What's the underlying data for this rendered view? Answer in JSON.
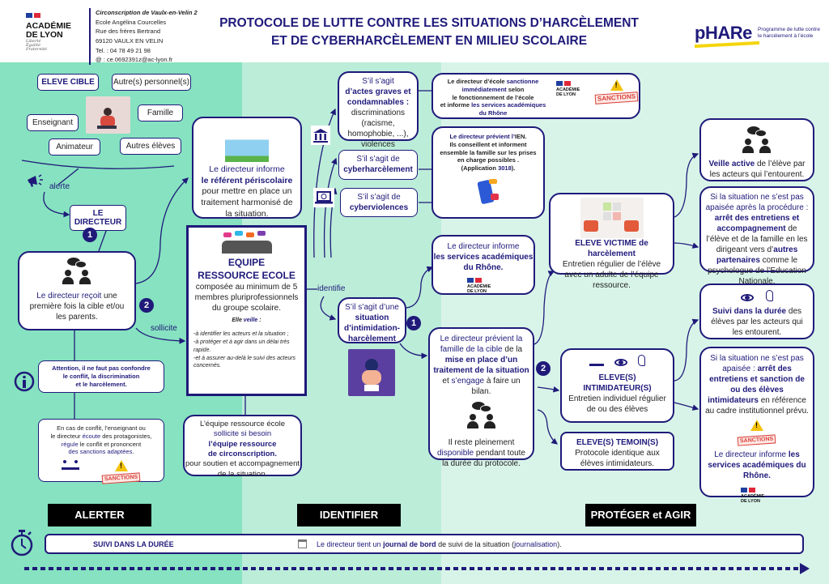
{
  "header": {
    "academie_logo": {
      "line1": "ACADÉMIE",
      "line2": "DE LYON",
      "devise": [
        "Liberté",
        "Égalité",
        "Fraternité"
      ]
    },
    "contact": {
      "circonscription": "Circonscription de Vaulx-en-Velin 2",
      "school": "Ecole Angélina Courcelles",
      "street": "Rue des frères Bertrand",
      "city": "69120 VAULX EN VELIN",
      "phone": "Tel. : 04 78 49 21 98",
      "email": "@ :  ce.0692391z@ac-lyon.fr"
    },
    "title_line1": "PROTOCOLE DE LUTTE CONTRE LES SITUATIONS D’HARCÈLEMENT",
    "title_line2": "ET DE CYBERHARCÈLEMENT EN MILIEU SCOLAIRE",
    "phare_logo": "pHARe",
    "phare_subtitle_line1": "Programme de lutte contre",
    "phare_subtitle_line2": "le harcèlement à l’école"
  },
  "colors": {
    "navy": "#1f1a7a",
    "alerter_bg": "#86e2c0",
    "identifier_bg": "#bcedd9",
    "proteger_bg": "#d8f4e8",
    "sanctions_red": "#d9403a",
    "warning_yellow": "#f4c20d",
    "phare_yellow": "#f4d50b"
  },
  "alerter": {
    "actors": {
      "eleve_cible": "ELEVE CIBLE",
      "autres_personnels": "Autre(s) personnel(s)",
      "famille": "Famille",
      "enseignant": "Enseignant",
      "animateur": "Animateur",
      "autres_eleves": "Autres élèves"
    },
    "alerte_label": "alerte",
    "le_directeur": "LE DIRECTEUR",
    "step1": "1",
    "step2": "2",
    "recoit": {
      "hl": "Le directeur reçoit",
      "rest": " une première fois la cible et/ou les parents."
    },
    "sollicite_label": "sollicite",
    "attention": {
      "line1": "Attention, il ne faut pas confondre",
      "line2": "le conflit, la discrimination",
      "line3": "et le harcèlement."
    },
    "conflit": {
      "p1": "En cas de conflit, l’enseignant ou",
      "p2a": "le directeur ",
      "p2hl": "écoute",
      "p2b": " des protagonistes,",
      "p3hl": "régule",
      "p3b": " le conflit et prononcent",
      "p4": "des sanctions adaptées.",
      "sanctions": "SANCTIONS"
    }
  },
  "identifier": {
    "periscolaire": {
      "l1": "Le directeur informe",
      "l2": "le référent périscolaire",
      "l3": "pour mettre en place un traitement harmonisé de la situation."
    },
    "equipe": {
      "title1": "EQUIPE",
      "title2": "RESSOURCE ECOLE",
      "desc": "composée au minimum de 5 membres pluriprofessionnels du groupe scolaire.",
      "veille_a": "Elle ",
      "veille_hl": "veille",
      "veille_b": " :",
      "items": [
        "-à identifier les acteurs et la situation ;",
        "-à protéger et à agir dans un délai très rapide.",
        "-et à assurer au-delà le suivi des acteurs concernés."
      ]
    },
    "circonscription": {
      "l1": "L’équipe ressource école",
      "l2": "sollicite si besoin",
      "l3": "l’équipe ressource",
      "l4": "de circonscription.",
      "l5": "pour soutien et accompagnement de la situation."
    },
    "identifie_label": "identifie",
    "actes_graves": {
      "l1": "S’il s’agit",
      "l2": "d’actes graves et condamnables :",
      "l3": "discriminations (racisme, homophobie, ...), violences"
    },
    "cyberharcelement": {
      "l1": "S’il s’agit de",
      "l2": "cyberharcèlement"
    },
    "cyberviolences": {
      "l1": "S’il s’agit de",
      "l2": "cyberviolences"
    },
    "intimidation": {
      "l1": "S’il s’agit d’une",
      "l2": "situation d’intimidation-harcèlement"
    }
  },
  "proteger": {
    "sanctionne": {
      "l1a": "Le directeur d’école ",
      "l1hl": "sanctionne immédiatement",
      "l1b": " selon",
      "l2": "le fonctionnement de l’école",
      "l3a": "et informe ",
      "l3hl": "les services académiques du Rhône",
      "sanctions": "SANCTIONS"
    },
    "ien": {
      "l1a": "Le directeur prévient l’",
      "l1hl": "IEN.",
      "l2": "Ils conseillent et informent ensemble la famille sur les prises en charge possibles .",
      "l3a": "(Application ",
      "l3hl": "3018",
      "l3b": ")."
    },
    "informe_rhone": {
      "l1": "Le directeur informe",
      "l2": "les services académiques du Rhône."
    },
    "previent_famille": {
      "a": "Le directeur prévient la famille de la cible",
      "b": " de la ",
      "c": "mise en place d’un traitement de la situation",
      "d": " et ",
      "e": "s’engage",
      "f": " à faire un bilan.",
      "g1": "Il reste pleinement ",
      "ghl": "disponible",
      "g2": " pendant toute la durée du protocole."
    },
    "victime": {
      "title": "ELEVE VICTIME de harcèlement",
      "desc": "Entretien régulier de l’élève avec un adulte de l’équipe ressource."
    },
    "intimidateurs": {
      "title1": "ELEVE(S)",
      "title2": "INTIMIDATEUR(S)",
      "desc": "Entretien individuel régulier de ou des élèves"
    },
    "temoins": {
      "title": "ELEVE(S) TEMOIN(S)",
      "desc": "Protocole identique aux élèves intimidateurs."
    },
    "veille_active": {
      "hl": "Veille active",
      "rest": " de l’élève par les acteurs qui l’entourent."
    },
    "non_apaisee_victime": {
      "a": "Si la situation ne s’est pas apaisée après la procédure : ",
      "hl1": "arrêt des entretiens et accompagnement",
      "b": " de l’élève et de la famille en les dirigeant vers d’",
      "hl2": "autres partenaires",
      "c": " comme le psychologue de l’Education Nationale."
    },
    "suivi_duree": {
      "hl": "Suivi dans la durée",
      "rest": " des élèves par les acteurs qui les entourent."
    },
    "non_apaisee_intim": {
      "a": "Si la situation ne s’est pas apaisée : ",
      "hl1": "arrêt des entretiens et sanction de ou des élèves intimidateurs",
      "b": " en référence au cadre institutionnel prévu.",
      "sanctions": "SANCTIONS",
      "c": "Le directeur informe ",
      "hl2": "les services académiques du Rhône."
    }
  },
  "phases": {
    "alerter": "ALERTER",
    "identifier": "IDENTIFIER",
    "proteger": "PROTÉGER et AGIR"
  },
  "footer": {
    "suivi_label": "SUIVI DANS LA DURÉE",
    "journal_a": "Le directeur tient un ",
    "journal_hl": "journal de bord",
    "journal_b": " de suivi de la situation (",
    "journal_hl2": "journalisation",
    "journal_c": ")."
  },
  "icons": [
    "megaphone-icon",
    "info-icon",
    "institution-icon",
    "laptop-globe-icon",
    "stopwatch-icon",
    "calendar-icon",
    "eye-icon",
    "ear-icon",
    "meeting-icon",
    "warning-icon",
    "people-talking-icon"
  ]
}
